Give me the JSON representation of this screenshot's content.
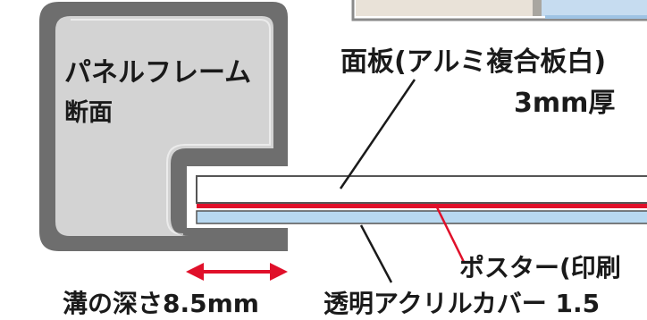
{
  "labels": {
    "frame_section_line1": "パネルフレーム",
    "frame_section_line2": "断面",
    "face_panel_line1": "面板(アルミ複合板白)",
    "face_panel_line2": "3mm厚",
    "poster": "ポスター(印刷",
    "groove_depth": "溝の深さ8.5mm",
    "acrylic_cover": "透明アクリルカバー 1.5"
  },
  "colors": {
    "frame_outer": "#6e6e6e",
    "frame_inner": "#d3d3d3",
    "poster_line": "#e0102a",
    "acrylic_cover": "#b8d8f0",
    "face_panel": "#ffffff",
    "arrow": "#e0102a",
    "leader": "#1a1a1a",
    "photo_bg": "#e9e2d8",
    "photo_blue": "#c6dcf0"
  }
}
